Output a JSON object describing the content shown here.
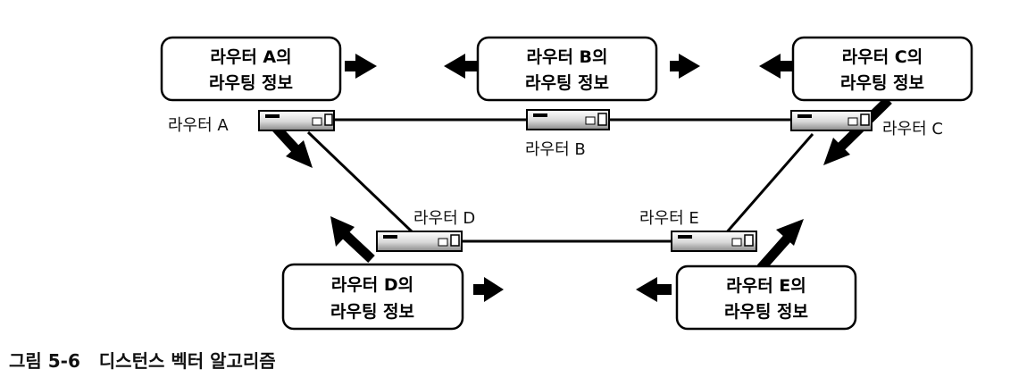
{
  "routers": [
    {
      "id": "A",
      "label": "라우터 A",
      "info_line1": "라우터 A의",
      "info_line2": "라우팅 정보"
    },
    {
      "id": "B",
      "label": "라우터 B",
      "info_line1": "라우터 B의",
      "info_line2": "라우팅 정보"
    },
    {
      "id": "C",
      "label": "라우터 C",
      "info_line1": "라우터 C의",
      "info_line2": "라우팅 정보"
    },
    {
      "id": "D",
      "label": "라우터 D",
      "info_line1": "라우터 D의",
      "info_line2": "라우팅 정보"
    },
    {
      "id": "E",
      "label": "라우터 E",
      "info_line1": "라우터 E의",
      "info_line2": "라우팅 정보"
    }
  ],
  "links": [
    [
      "A",
      "B"
    ],
    [
      "B",
      "C"
    ],
    [
      "A",
      "D"
    ],
    [
      "C",
      "E"
    ],
    [
      "D",
      "E"
    ]
  ],
  "caption": "그림 5-6   디스턴스 벡터 알고리즘"
}
